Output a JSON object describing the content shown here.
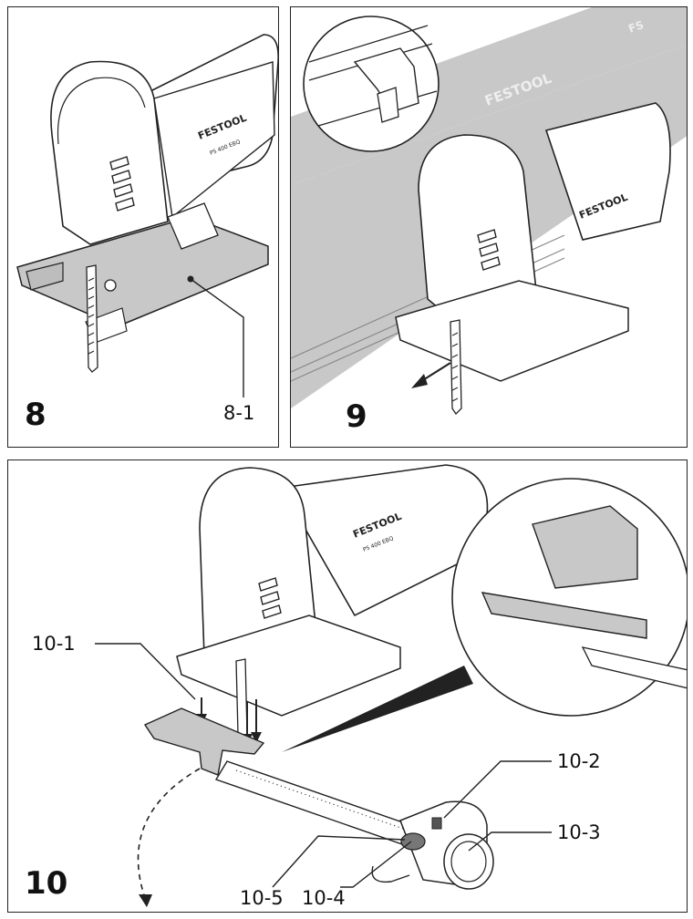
{
  "figures": [
    {
      "number": "8",
      "callouts": [
        "8-1"
      ]
    },
    {
      "number": "9",
      "callouts": []
    },
    {
      "number": "10",
      "callouts": [
        "10-1",
        "10-2",
        "10-3",
        "10-4",
        "10-5"
      ]
    }
  ],
  "brand_label": "FESTOOL",
  "model_label": "PS 400 EBQ",
  "rail_brand_label": "FESTOOL",
  "rail_fs_label": "FS",
  "colors": {
    "outline": "#222222",
    "rail_grey": "#c8c8c8",
    "part_grey": "#bdbdbd",
    "dark_grey": "#555555"
  }
}
